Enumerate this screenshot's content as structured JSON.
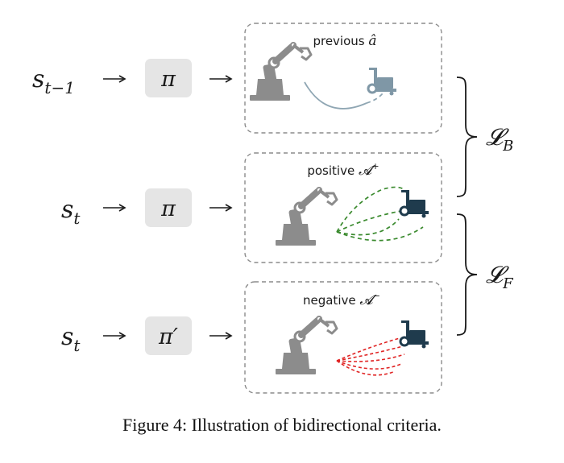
{
  "rows": [
    {
      "state": "s",
      "state_sub": "t−1",
      "policy": "π",
      "panel_label": "previous ",
      "panel_symbol": "â",
      "panel_sup": ""
    },
    {
      "state": "s",
      "state_sub": "t",
      "policy": "π",
      "panel_label": "positive ",
      "panel_symbol": "𝓐",
      "panel_sup": "+"
    },
    {
      "state": "s",
      "state_sub": "t",
      "policy": "π′",
      "panel_label": "negative ",
      "panel_symbol": "𝓐",
      "panel_sup": "−"
    }
  ],
  "losses": [
    {
      "symbol": "𝓛",
      "sub": "B"
    },
    {
      "symbol": "𝓛",
      "sub": "F"
    }
  ],
  "caption": "Figure 4: Illustration of bidirectional criteria.",
  "colors": {
    "previous_path": "#8fa6b3",
    "positive_path": "#3a8a2e",
    "negative_path": "#e02424",
    "robot": "#8c8c8c",
    "target_previous": "#7f97a6",
    "target_active": "#1f3b4d",
    "policy_box": "#e5e5e5",
    "panel_border": "#8c8c8c"
  },
  "icons": [
    "robot-arm-icon",
    "cart-target-icon",
    "right-arrow-icon",
    "right-brace-icon"
  ]
}
